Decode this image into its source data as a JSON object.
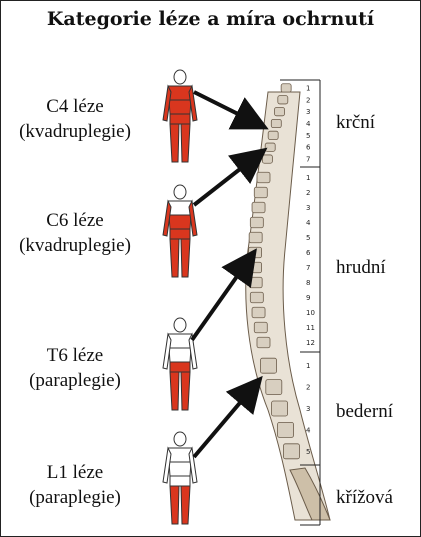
{
  "title": "Kategorie léze a míra ochrnutí",
  "lesions": [
    {
      "line1": "C4 léze",
      "line2": "(kvadruplegie)",
      "paralysis_from": "C4"
    },
    {
      "line1": "C6 léze",
      "line2": "(kvadruplegie)",
      "paralysis_from": "C6"
    },
    {
      "line1": "T6 léze",
      "line2": "(paraplegie)",
      "paralysis_from": "T6"
    },
    {
      "line1": "L1 léze",
      "line2": "(paraplegie)",
      "paralysis_from": "L1"
    }
  ],
  "regions": [
    {
      "label": "krční",
      "vertebra_numbers": [
        "1",
        "2",
        "3",
        "4",
        "5",
        "6",
        "7"
      ]
    },
    {
      "label": "hrudní",
      "vertebra_numbers": [
        "1",
        "2",
        "3",
        "4",
        "5",
        "6",
        "7",
        "8",
        "9",
        "10",
        "11",
        "12"
      ]
    },
    {
      "label": "bederní",
      "vertebra_numbers": [
        "1",
        "2",
        "3",
        "4",
        "5"
      ]
    },
    {
      "label": "křížová",
      "vertebra_numbers": []
    }
  ],
  "colors": {
    "paralyzed": "#d9361e",
    "outline": "#333333",
    "arrow": "#111111",
    "bone": "#d8cfc0",
    "bone_dark": "#6b5c4a"
  }
}
